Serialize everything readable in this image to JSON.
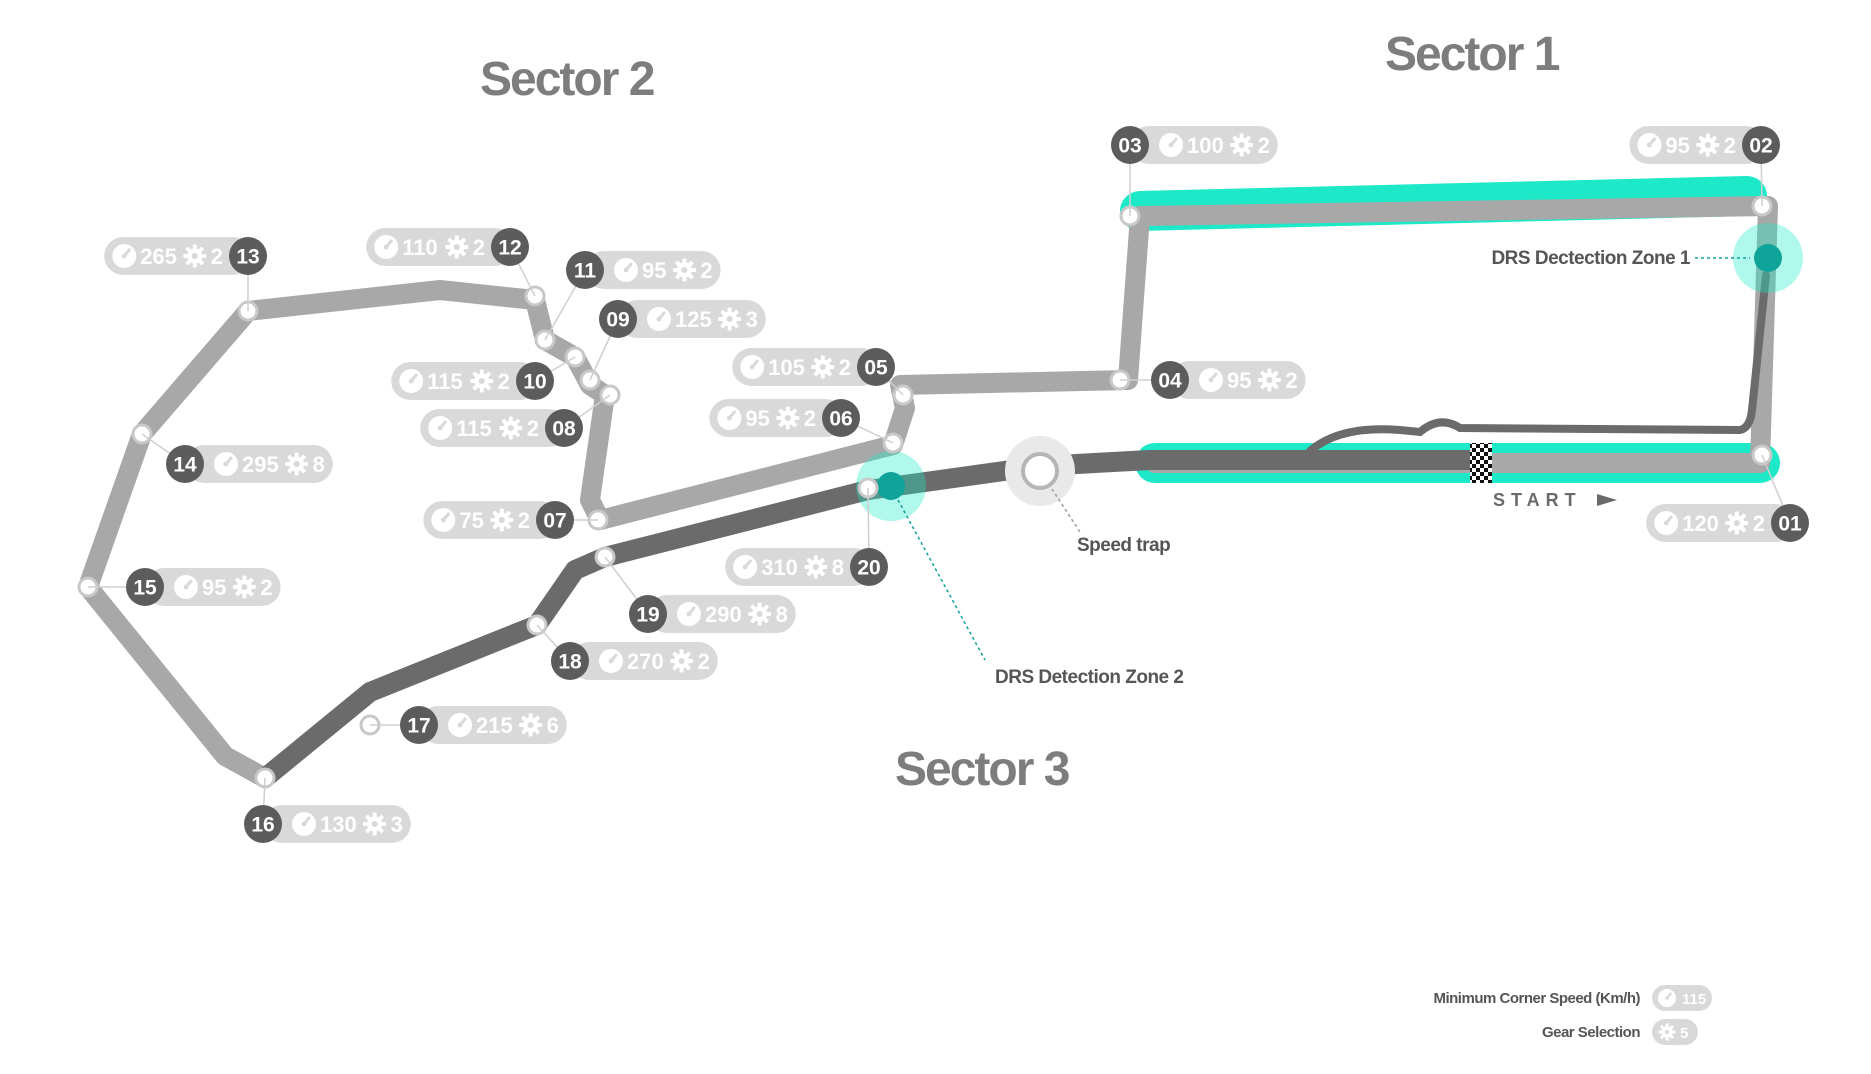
{
  "sectors": {
    "s1": "Sector 1",
    "s2": "Sector 2",
    "s3": "Sector 3"
  },
  "labels": {
    "drs1": "DRS Dectection Zone 1",
    "drs2": "DRS Detection Zone 2",
    "speed_trap": "Speed trap",
    "start": "START"
  },
  "corners": [
    {
      "num": "01",
      "speed": "120",
      "gear": "2"
    },
    {
      "num": "02",
      "speed": "95",
      "gear": "2"
    },
    {
      "num": "03",
      "speed": "100",
      "gear": "2"
    },
    {
      "num": "04",
      "speed": "95",
      "gear": "2"
    },
    {
      "num": "05",
      "speed": "105",
      "gear": "2"
    },
    {
      "num": "06",
      "speed": "95",
      "gear": "2"
    },
    {
      "num": "07",
      "speed": "75",
      "gear": "2"
    },
    {
      "num": "08",
      "speed": "115",
      "gear": "2"
    },
    {
      "num": "09",
      "speed": "125",
      "gear": "3"
    },
    {
      "num": "10",
      "speed": "115",
      "gear": "2"
    },
    {
      "num": "11",
      "speed": "95",
      "gear": "2"
    },
    {
      "num": "12",
      "speed": "110",
      "gear": "2"
    },
    {
      "num": "13",
      "speed": "265",
      "gear": "2"
    },
    {
      "num": "14",
      "speed": "295",
      "gear": "8"
    },
    {
      "num": "15",
      "speed": "95",
      "gear": "2"
    },
    {
      "num": "16",
      "speed": "130",
      "gear": "3"
    },
    {
      "num": "17",
      "speed": "215",
      "gear": "6"
    },
    {
      "num": "18",
      "speed": "270",
      "gear": "2"
    },
    {
      "num": "19",
      "speed": "290",
      "gear": "8"
    },
    {
      "num": "20",
      "speed": "310",
      "gear": "8"
    }
  ],
  "legend": {
    "speed_label": "Minimum Corner Speed (Km/h)",
    "speed_example": "115",
    "gear_label": "Gear Selection",
    "gear_example": "5"
  },
  "colors": {
    "drs": "#1de9c9",
    "drs_dot": "#0fa39a",
    "track_light": "#a8a8a8",
    "track_dark": "#6b6b6b",
    "pill": "#d9d9d9",
    "badge": "#5c5c5c"
  }
}
